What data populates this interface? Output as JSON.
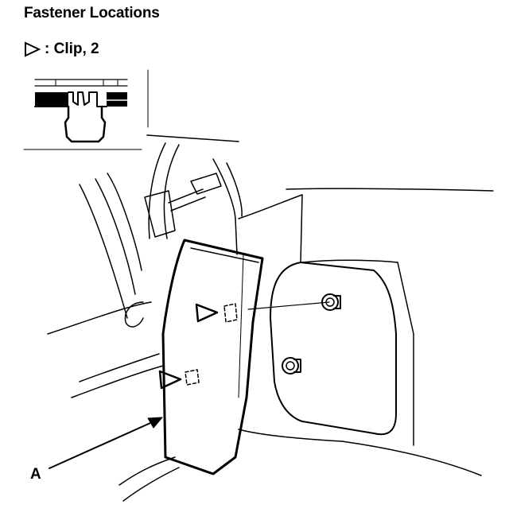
{
  "title": "Fastener Locations",
  "legend": {
    "symbol": "triangle-icon",
    "text": ": Clip, 2"
  },
  "callouts": {
    "panel_label": "A"
  }
}
